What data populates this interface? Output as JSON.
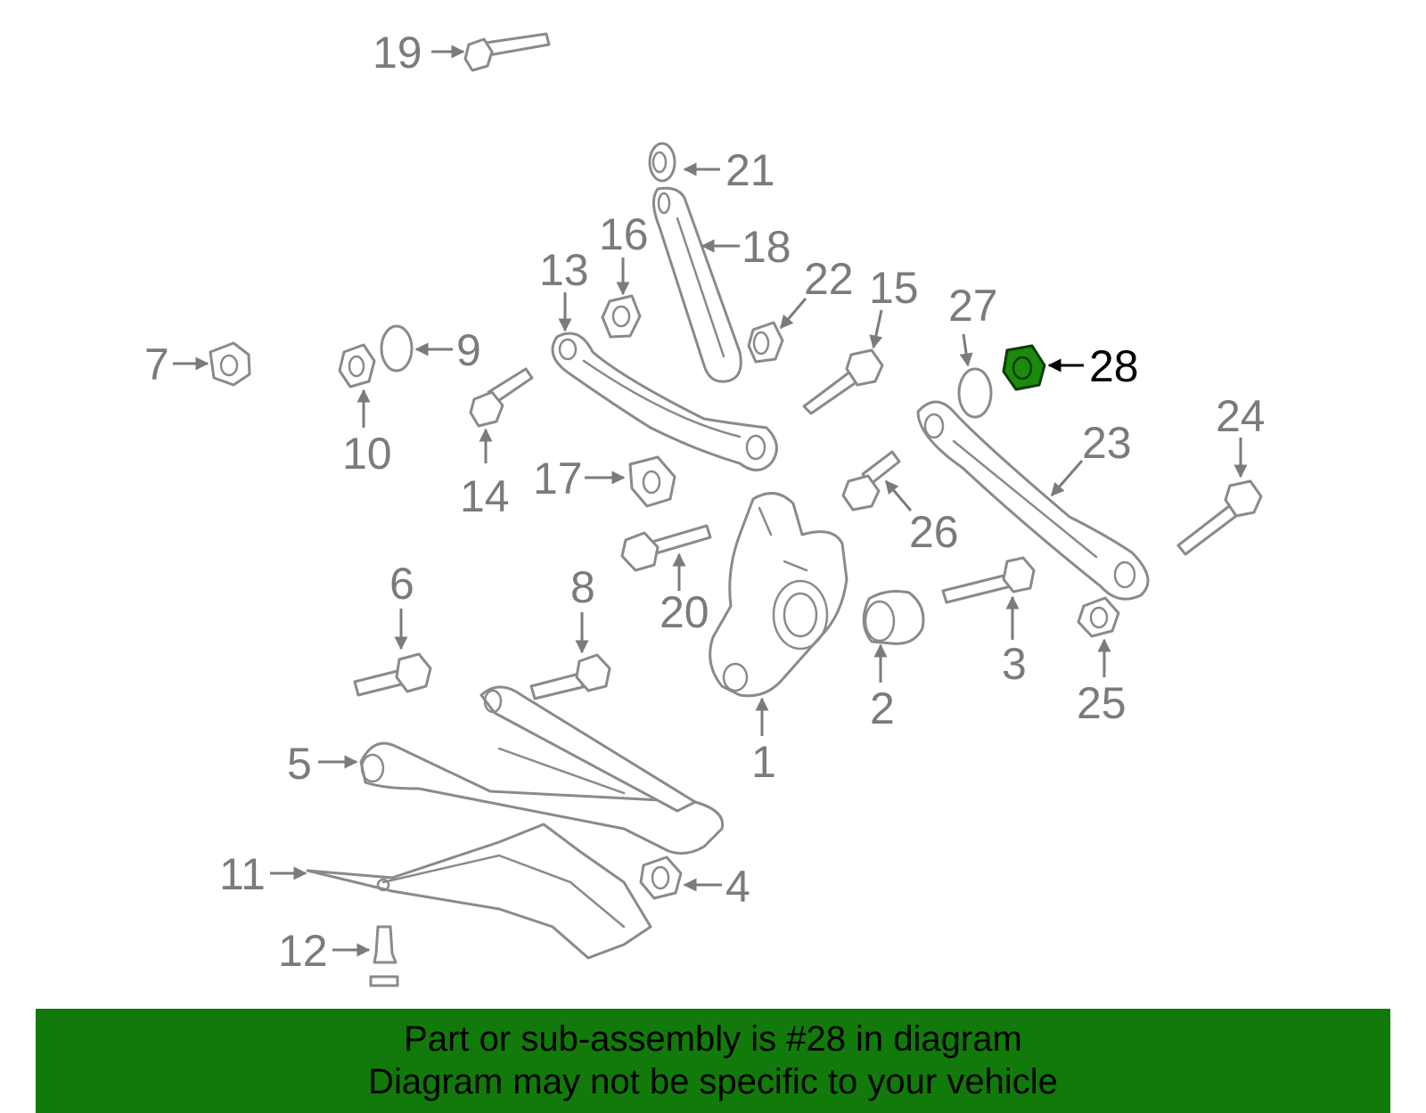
{
  "highlight_color": "#1c8a0c",
  "banner_color": "#117a0a",
  "callouts": {
    "c1": "1",
    "c2": "2",
    "c3": "3",
    "c4": "4",
    "c5": "5",
    "c6": "6",
    "c7": "7",
    "c8": "8",
    "c9": "9",
    "c10": "10",
    "c11": "11",
    "c12": "12",
    "c13": "13",
    "c14": "14",
    "c15": "15",
    "c16": "16",
    "c17": "17",
    "c18": "18",
    "c19": "19",
    "c20": "20",
    "c21": "21",
    "c22": "22",
    "c23": "23",
    "c24": "24",
    "c25": "25",
    "c26": "26",
    "c27": "27",
    "c28": "28"
  },
  "highlighted_part": "28",
  "banner": {
    "line1": "Part or sub-assembly is #28 in diagram",
    "line2": "Diagram may not be specific to your vehicle"
  }
}
